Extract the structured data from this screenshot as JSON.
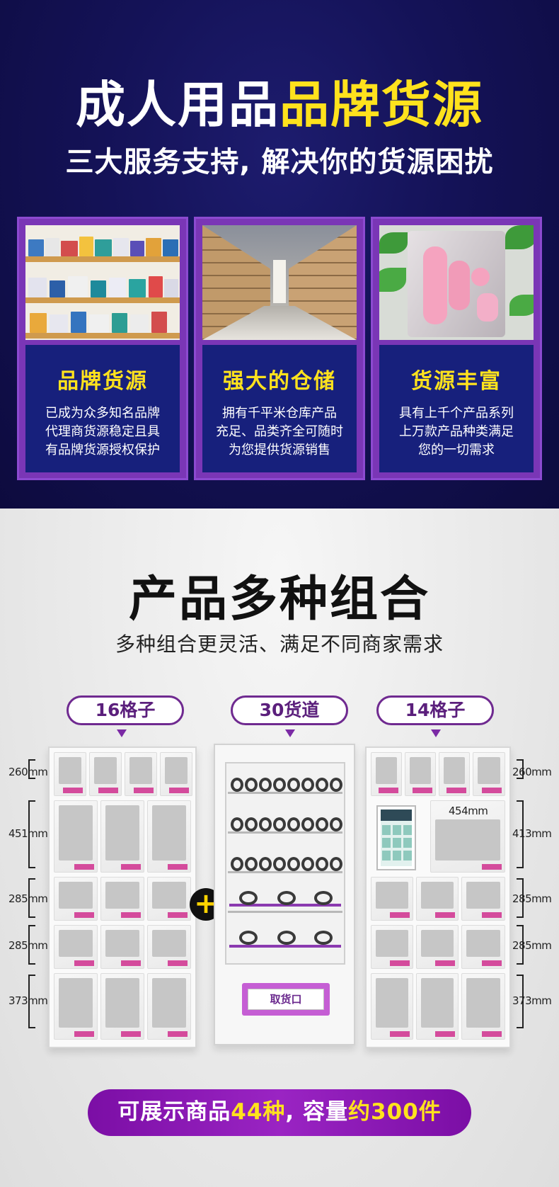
{
  "header": {
    "title_white": "成人用品",
    "title_yellow": "品牌货源",
    "subtitle": "三大服务支持, 解决你的货源困扰"
  },
  "cards": [
    {
      "title": "品牌货源",
      "lines": [
        "已成为众多知名品牌",
        "代理商货源稳定且具",
        "有品牌货源授权保护"
      ]
    },
    {
      "title": "强大的仓储",
      "lines": [
        "拥有千平米仓库产品",
        "充足、品类齐全可随时",
        "为您提供货源销售"
      ]
    },
    {
      "title": "货源丰富",
      "lines": [
        "具有上千个产品系列",
        "上万款产品种类满足",
        "您的一切需求"
      ]
    }
  ],
  "combo": {
    "title": "产品多种组合",
    "subtitle": "多种组合更灵活、满足不同商家需求",
    "labels": [
      "16格子",
      "30货道",
      "14格子"
    ],
    "plus": "+",
    "pickup": "取货口",
    "left_dims": [
      "260mm",
      "451mm",
      "285mm",
      "285mm",
      "373mm"
    ],
    "right_dims": [
      "260mm",
      "413mm",
      "285mm",
      "285mm",
      "373mm"
    ],
    "inner_dim": "454mm"
  },
  "footer": {
    "part1": "可展示商品",
    "part2": "44种",
    "part3": ", 容量",
    "part4": "约300件"
  },
  "colors": {
    "navy": "#141257",
    "yellow": "#ffe21d",
    "purple": "#7b0ea5",
    "card_border": "#8c4ad0",
    "panel": "#17207c"
  }
}
